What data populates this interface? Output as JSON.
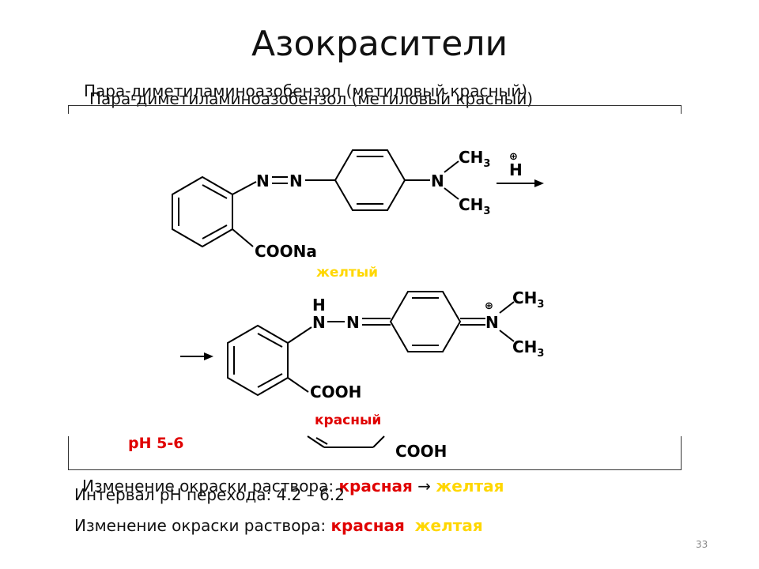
{
  "slide": {
    "title": "Азокрасители",
    "subtitle_back": "Пара-диметиламиноазобензол (метиловый красный)",
    "subtitle_front": "Пара-диметиламиноазобензол (метиловый красный)",
    "page_number": "33"
  },
  "scheme": {
    "top": {
      "azo_n1": "N",
      "azo_n2": "N",
      "amine_n": "N",
      "ch3_upper": "CH",
      "ch3_upper_sub": "3",
      "ch3_lower": "CH",
      "ch3_lower_sub": "3",
      "acid_group": "COONa",
      "proton_charge": "⊕",
      "proton": "H",
      "color_label": "желтый"
    },
    "bottom": {
      "nh_h": "H",
      "azo_n1": "N",
      "azo_n2": "N",
      "iminium_n": "N",
      "iminium_charge": "⊕",
      "ch3_upper": "CH",
      "ch3_upper_sub": "3",
      "ch3_lower": "CH",
      "ch3_lower_sub": "3",
      "acid_group": "COOH",
      "color_label": "красный"
    },
    "behind": {
      "ph": "pH 5-6",
      "acid_group": "COOH"
    }
  },
  "text_lines": {
    "overlap_prefix": "Изменение окраски раствора: ",
    "overlap_red": "красная",
    "overlap_arrow": " → ",
    "overlap_yellow": "желтая",
    "interval": "Интервал pH перехода: 4.2 – 6.2",
    "change_prefix": "Изменение окраски раствора: ",
    "change_red": "красная",
    "change_yellow": "желтая"
  },
  "colors": {
    "yellow": "#ffd700",
    "red": "#e00000"
  }
}
